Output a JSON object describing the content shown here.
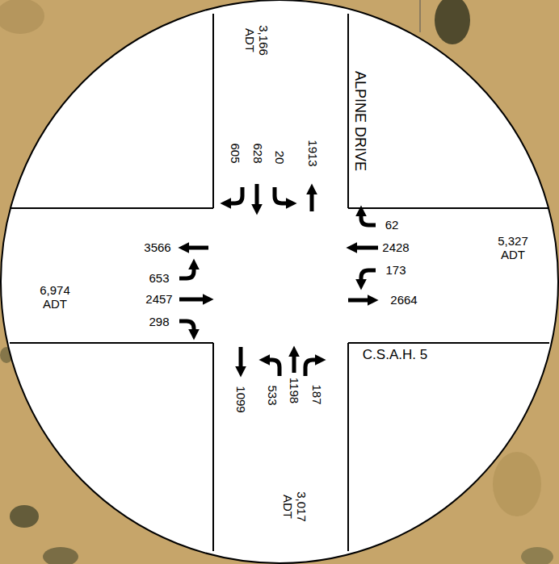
{
  "diagram": {
    "labels": [
      "ALPINE DRIVE",
      "C.S.A.H. 5",
      "3,166 ADT",
      "5,327 ADT",
      "6,974 ADT",
      "3,017 ADT",
      "605",
      "628",
      "20",
      "1913",
      "62",
      "2428",
      "173",
      "2664",
      "3566",
      "653",
      "2457",
      "298",
      "533",
      "1198",
      "187",
      "1099"
    ]
  }
}
